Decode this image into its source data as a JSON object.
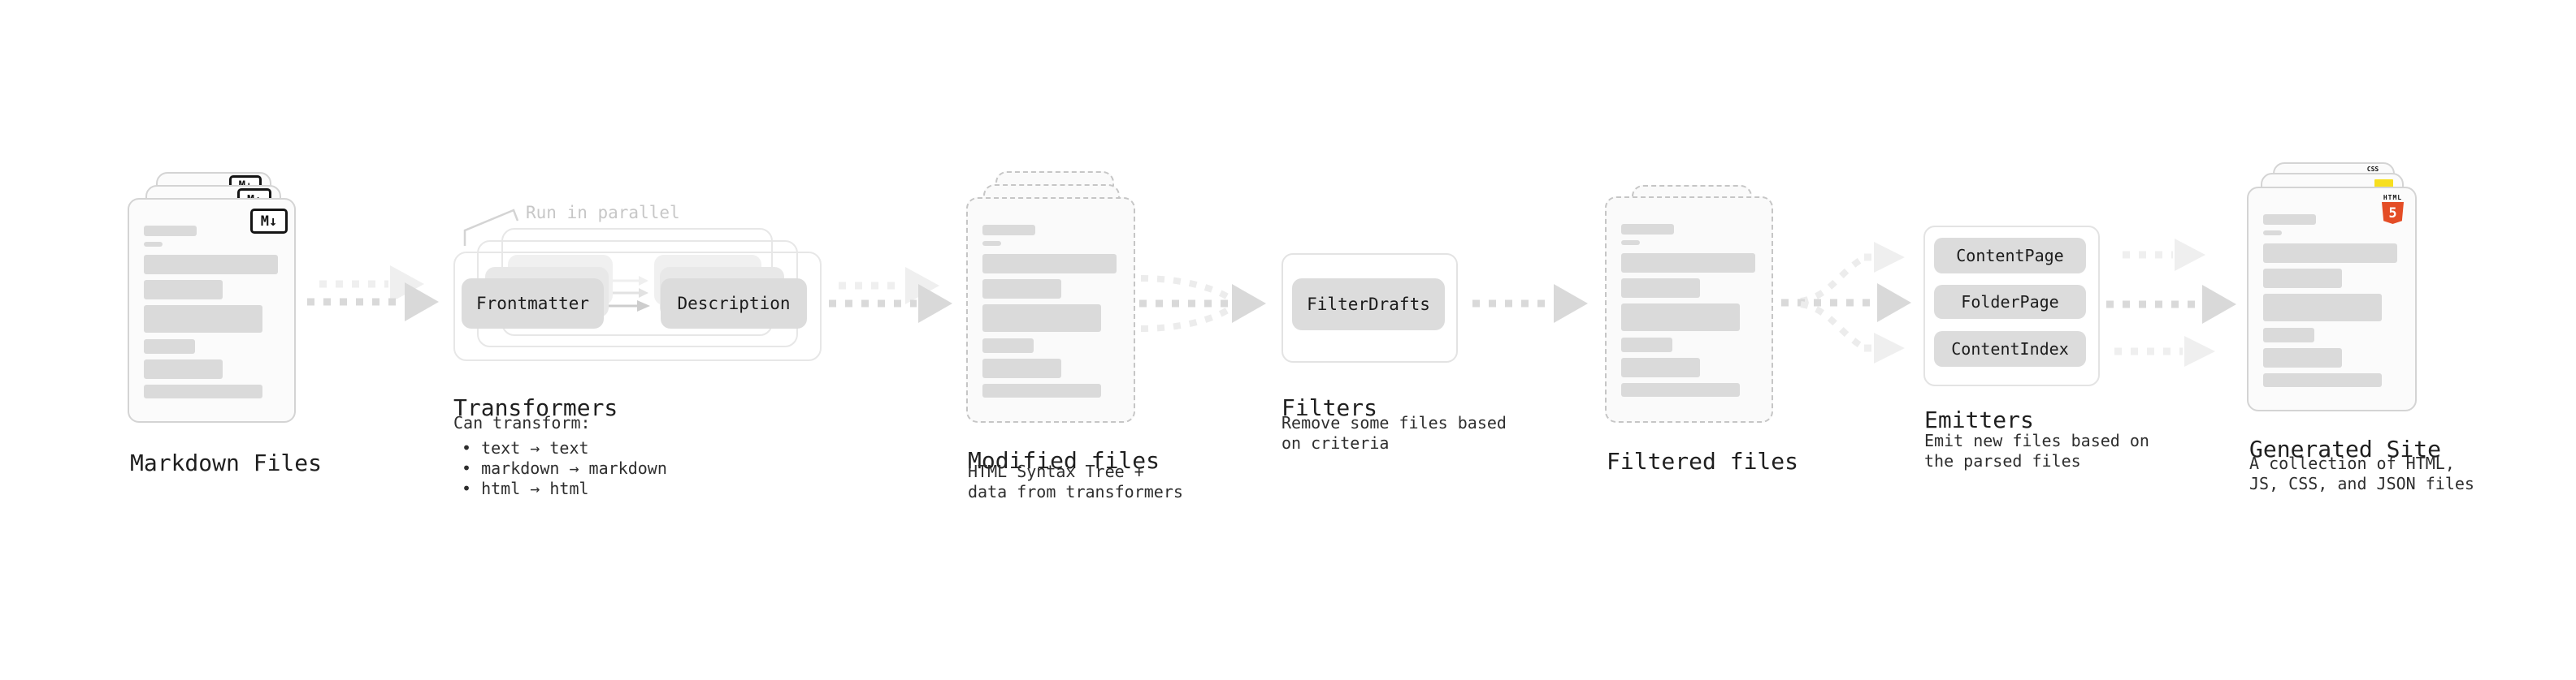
{
  "markdown_files": {
    "title": "Markdown Files",
    "badge": "M↓"
  },
  "transformers": {
    "title": "Transformers",
    "annotation": "Run in parallel",
    "nodes": [
      "Frontmatter",
      "Description"
    ],
    "body": "Can transform:",
    "bullets": [
      "• text → text",
      "• markdown → markdown",
      "• html → html"
    ]
  },
  "modified_files": {
    "title": "Modified files",
    "subtitle": "HTML Syntax Tree +\ndata from transformers"
  },
  "filters": {
    "title": "Filters",
    "node": "FilterDrafts",
    "subtitle": "Remove some files based\non criteria"
  },
  "filtered_files": {
    "title": "Filtered files"
  },
  "emitters": {
    "title": "Emitters",
    "nodes": [
      "ContentPage",
      "FolderPage",
      "ContentIndex"
    ],
    "subtitle": "Emit new files based on\nthe parsed files"
  },
  "generated_site": {
    "title": "Generated Site",
    "subtitle": "A collection of HTML,\nJS, CSS, and JSON files",
    "badges": {
      "css_label": "CSS",
      "html_label": "HTML",
      "html_number": "5"
    }
  },
  "colors": {
    "html5_orange": "#e44d26",
    "css_blue": "#2765f1",
    "js_yellow": "#f7df1e"
  }
}
